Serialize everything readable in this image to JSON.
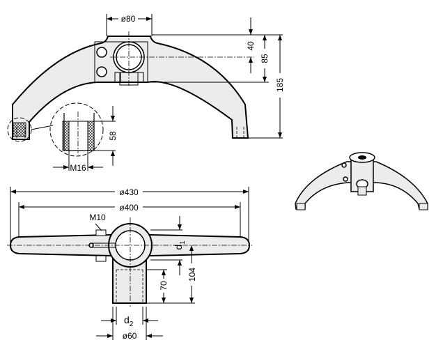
{
  "drawing": {
    "top_view": {
      "hub_diameter": "ø80",
      "dim_40": "40",
      "dim_85": "85",
      "dim_185": "185",
      "dim_58": "58",
      "thread_insert": "M16"
    },
    "plan_view": {
      "outer_diameter": "ø430",
      "inner_diameter": "ø400",
      "clamp_screw": "M10",
      "bore_label": "d",
      "bore_sub": "1",
      "dim_104": "104",
      "dim_70": "70",
      "shaft_label": "d",
      "shaft_sub": "2",
      "shaft_diameter": "ø60"
    }
  }
}
